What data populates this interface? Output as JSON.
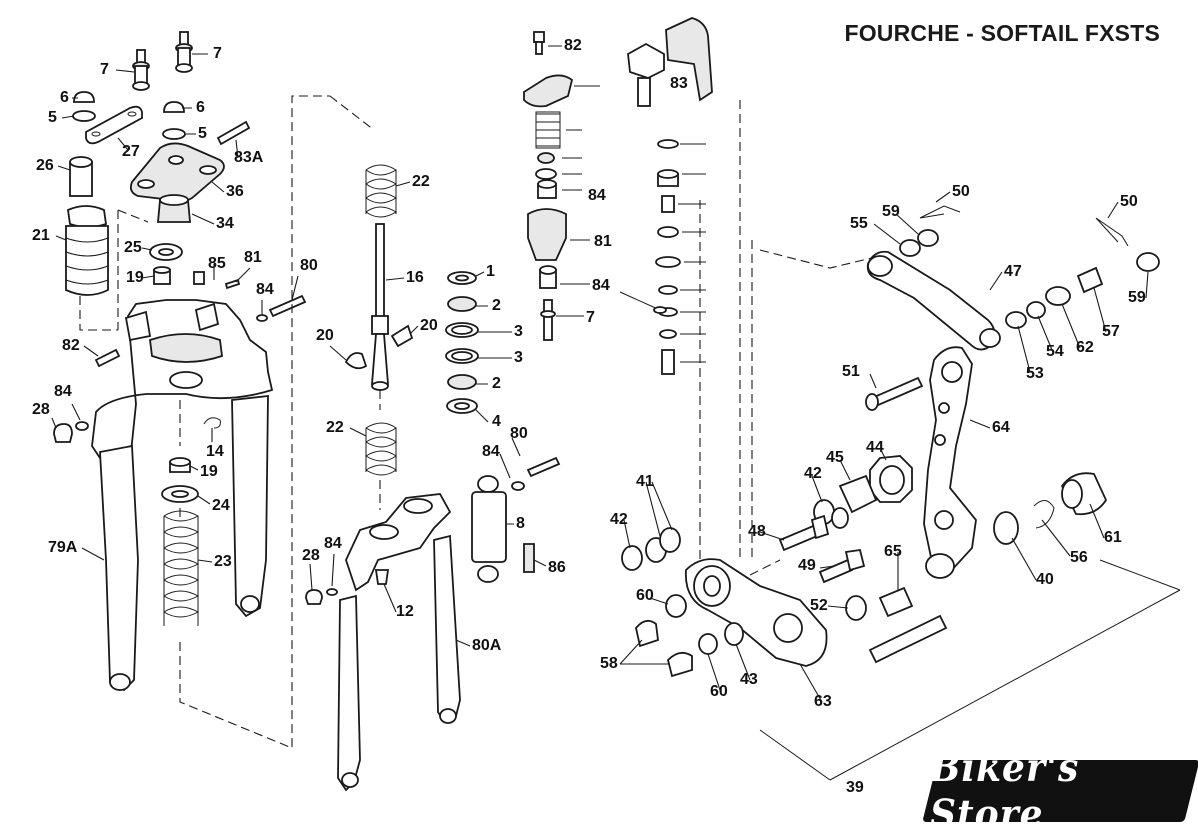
{
  "title": "FOURCHE - SOFTAIL FXSTS",
  "brand": "Biker's Store",
  "callouts": [
    "7",
    "7",
    "6",
    "6",
    "5",
    "5",
    "27",
    "26",
    "36",
    "83A",
    "34",
    "21",
    "25",
    "85",
    "81",
    "19",
    "80",
    "84",
    "82",
    "28",
    "84",
    "14",
    "19",
    "24",
    "23",
    "79A",
    "22",
    "16",
    "20",
    "20",
    "22",
    "1",
    "2",
    "3",
    "3",
    "2",
    "4",
    "84",
    "80",
    "8",
    "86",
    "28",
    "84",
    "12",
    "80A",
    "82",
    "83",
    "84",
    "81",
    "84",
    "7",
    "50",
    "50",
    "59",
    "55",
    "47",
    "59",
    "57",
    "62",
    "54",
    "53",
    "51",
    "64",
    "44",
    "45",
    "42",
    "41",
    "48",
    "42",
    "49",
    "65",
    "40",
    "56",
    "61",
    "60",
    "52",
    "58",
    "60",
    "43",
    "63",
    "39"
  ]
}
